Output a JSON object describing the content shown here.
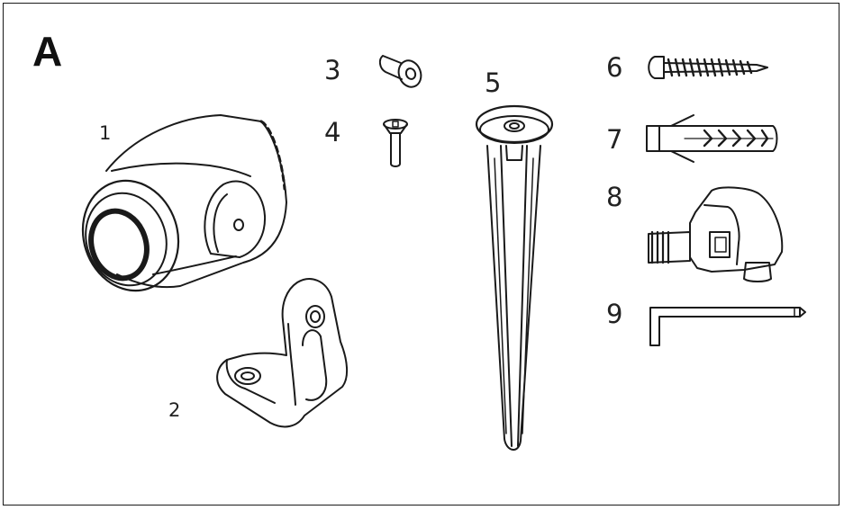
{
  "title": "A",
  "parts": [
    {
      "label": "1",
      "icon": "camera-body-icon"
    },
    {
      "label": "2",
      "icon": "mounting-bracket-icon"
    },
    {
      "label": "3",
      "icon": "short-screw-icon"
    },
    {
      "label": "4",
      "icon": "flat-head-screw-icon"
    },
    {
      "label": "5",
      "icon": "ground-spike-icon"
    },
    {
      "label": "6",
      "icon": "wood-screw-icon"
    },
    {
      "label": "7",
      "icon": "wall-plug-icon"
    },
    {
      "label": "8",
      "icon": "cable-connector-icon"
    },
    {
      "label": "9",
      "icon": "hex-key-icon"
    }
  ]
}
